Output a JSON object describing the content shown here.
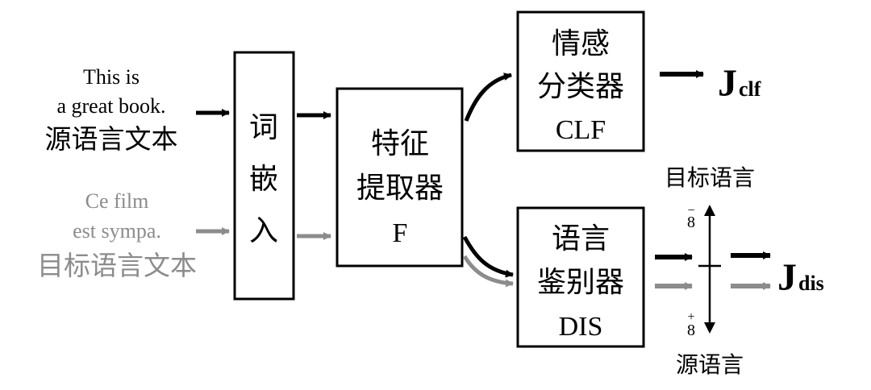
{
  "source": {
    "line1": "This is",
    "line2": "a great book.",
    "label": "源语言文本"
  },
  "target": {
    "line1": "Ce film",
    "line2": "est sympa.",
    "label": "目标语言文本"
  },
  "embedding": {
    "char1": "词",
    "char2": "嵌",
    "char3": "入"
  },
  "extractor": {
    "line1": "特征",
    "line2": "提取器",
    "symbol": "F"
  },
  "classifier": {
    "line1": "情感",
    "line2": "分类器",
    "symbol": "CLF"
  },
  "discriminator": {
    "line1": "语言",
    "line2": "鉴别器",
    "symbol": "DIS"
  },
  "axis": {
    "top_label": "目标语言",
    "bottom_label": "源语言",
    "top_sign": "−",
    "top_value": "8",
    "bottom_sign": "+",
    "bottom_value": "8"
  },
  "outputs": {
    "clf_main": "J",
    "clf_sub": "clf",
    "dis_main": "J",
    "dis_sub": "dis"
  },
  "colors": {
    "source": "#000000",
    "target": "#8c8c8c"
  }
}
